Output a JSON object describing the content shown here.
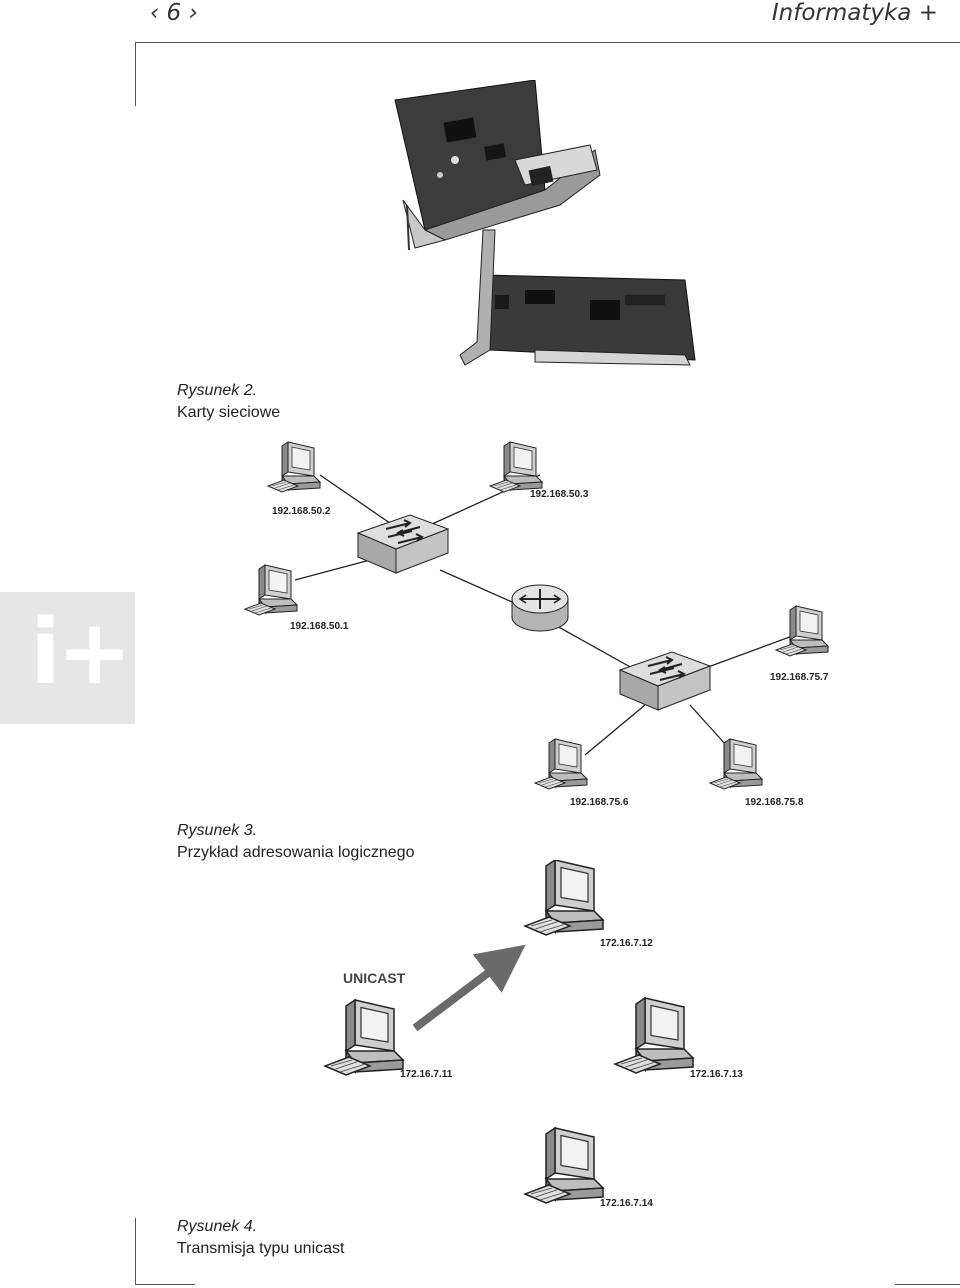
{
  "header": {
    "page_number": "‹ 6 ›",
    "journal_title": "Informatyka +"
  },
  "side_tab": {
    "label": "i+"
  },
  "figure2": {
    "label": "Rysunek 2.",
    "caption": "Karty sieciowe"
  },
  "figure3": {
    "label": "Rysunek 3.",
    "caption": "Przykład adresowania logicznego",
    "ips": {
      "pc1": "192.168.50.2",
      "pc2": "192.168.50.3",
      "pc3": "192.168.50.1",
      "pc4": "192.168.75.7",
      "pc5": "192.168.75.6",
      "pc6": "192.168.75.8"
    }
  },
  "figure4": {
    "label": "Rysunek 4.",
    "caption": "Transmisja typu unicast",
    "title": "UNICAST",
    "ips": {
      "pc_top": "172.16.7.12",
      "pc_left": "172.16.7.11",
      "pc_right": "172.16.7.13",
      "pc_bottom": "172.16.7.14"
    }
  }
}
